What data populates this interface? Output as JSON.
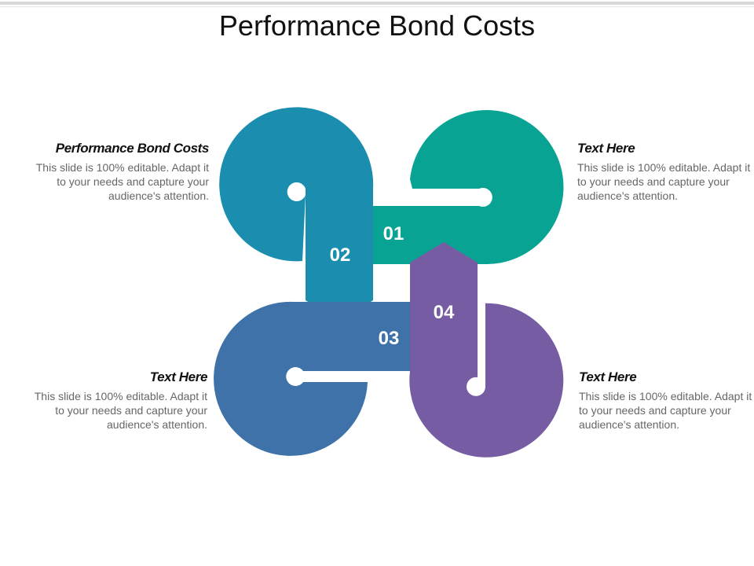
{
  "title": "Performance Bond Costs",
  "colors": {
    "step1": "#08A393",
    "step2": "#1B8EAF",
    "step3": "#3E72A8",
    "step4": "#765DA3"
  },
  "steps": [
    {
      "number": "01"
    },
    {
      "number": "02"
    },
    {
      "number": "03"
    },
    {
      "number": "04"
    }
  ],
  "blocks": {
    "top_left": {
      "heading": "Performance Bond Costs",
      "body": "This slide is 100% editable. Adapt it to your needs and capture your audience's attention."
    },
    "top_right": {
      "heading": "Text Here",
      "body": "This slide is 100% editable. Adapt it to your needs and capture your audience's attention."
    },
    "bottom_left": {
      "heading": "Text Here",
      "body": "This slide is 100% editable. Adapt it to your needs and capture your audience's attention."
    },
    "bottom_right": {
      "heading": "Text Here",
      "body": "This slide is 100% editable. Adapt it to your needs and capture your audience's attention."
    }
  }
}
